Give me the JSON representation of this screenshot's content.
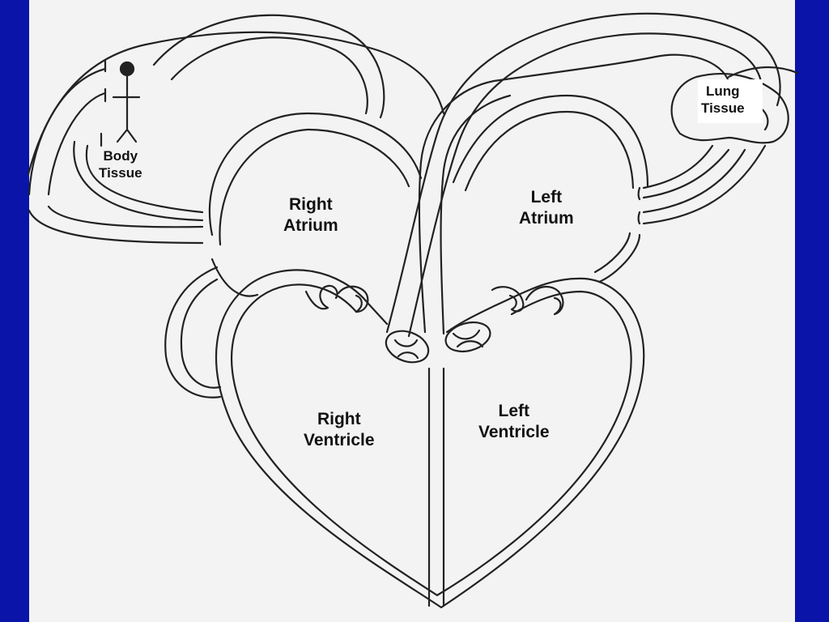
{
  "colors": {
    "slide_background": "#0a14a8",
    "paper": "#f3f3f3",
    "ink": "#222222"
  },
  "labels": {
    "body_tissue": {
      "line1": "Body",
      "line2": "Tissue"
    },
    "lung_tissue": {
      "line1": "Lung",
      "line2": "Tissue"
    },
    "right_atrium": {
      "line1": "Right",
      "line2": "Atrium"
    },
    "left_atrium": {
      "line1": "Left",
      "line2": "Atrium"
    },
    "right_ventricle": {
      "line1": "Right",
      "line2": "Ventricle"
    },
    "left_ventricle": {
      "line1": "Left",
      "line2": "Ventricle"
    }
  }
}
